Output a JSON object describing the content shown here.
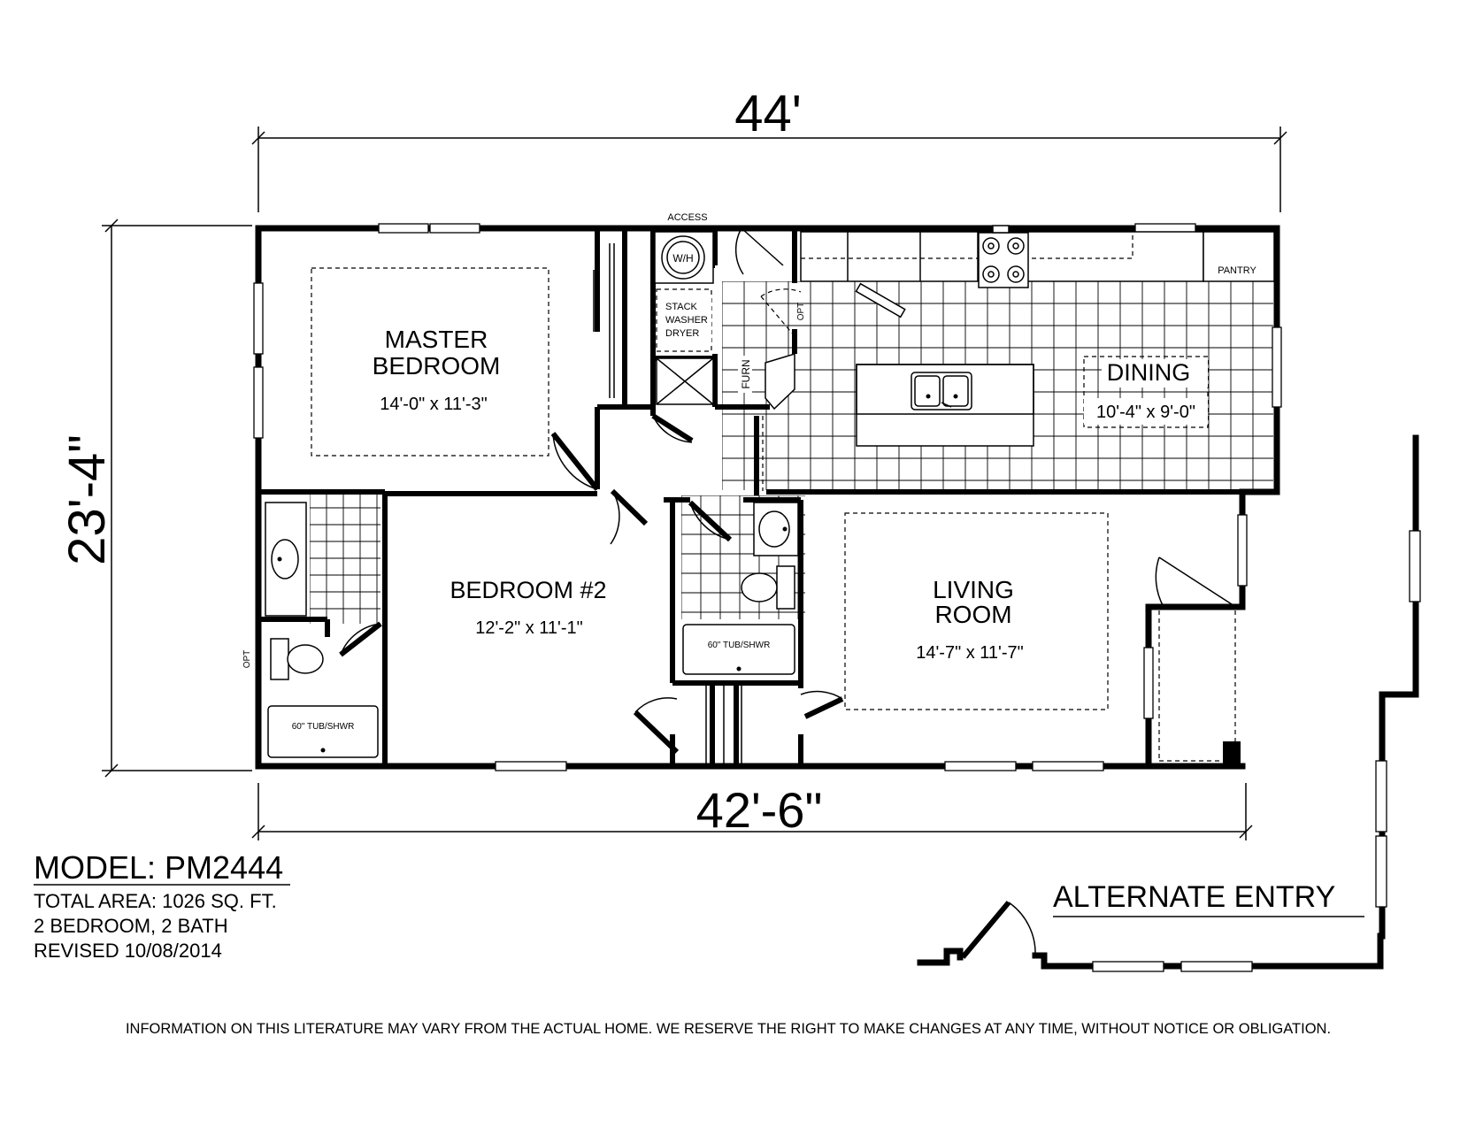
{
  "dimensions": {
    "overall_width": "44'",
    "overall_depth": "23'-4\"",
    "bottom_width": "42'-6\""
  },
  "rooms": {
    "master_bedroom": {
      "name_line1": "MASTER",
      "name_line2": "BEDROOM",
      "size": "14'-0\" x 11'-3\""
    },
    "bedroom2": {
      "name": "BEDROOM #2",
      "size": "12'-2\" x 11'-1\""
    },
    "living_room": {
      "name_line1": "LIVING",
      "name_line2": "ROOM",
      "size": "14'-7\" x 11'-7\""
    },
    "dining": {
      "name": "DINING",
      "size": "10'-4\" x 9'-0\""
    }
  },
  "labels": {
    "access": "ACCESS",
    "water_heater": "W/H",
    "stack_line1": "STACK",
    "stack_line2": "WASHER",
    "stack_line3": "DRYER",
    "furnace": "FURN",
    "opt": "OPT",
    "pantry": "PANTRY",
    "tub_master": "60\" TUB/SHWR",
    "tub_hall": "60\" TUB/SHWR",
    "alternate_entry": "ALTERNATE ENTRY"
  },
  "model": {
    "title": "MODEL: PM2444",
    "area": "TOTAL AREA: 1026 SQ. FT.",
    "rooms": "2 BEDROOM, 2 BATH",
    "revised": "REVISED 10/08/2014"
  },
  "disclaimer": "INFORMATION ON THIS LITERATURE MAY VARY FROM THE ACTUAL HOME. WE RESERVE THE RIGHT TO MAKE CHANGES AT ANY TIME, WITHOUT NOTICE OR OBLIGATION."
}
